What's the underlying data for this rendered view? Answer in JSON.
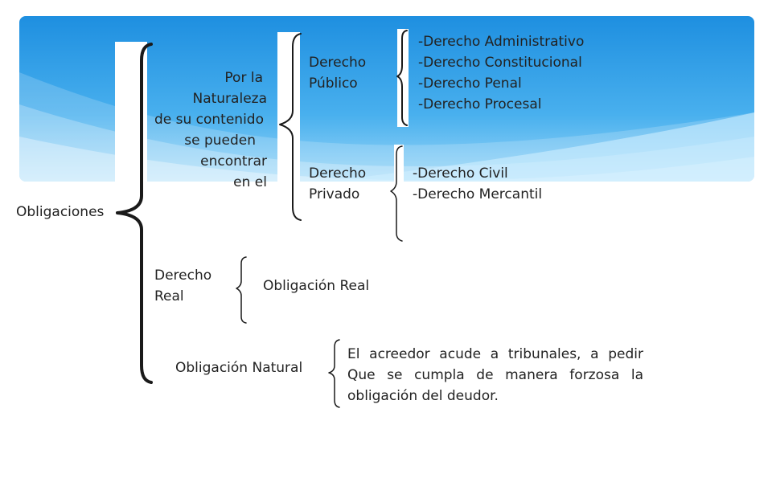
{
  "root": "Obligaciones",
  "naturaleza": [
    "Por la",
    "Naturaleza",
    "de su contenido",
    "se pueden",
    "encontrar",
    "en el"
  ],
  "publico": {
    "title": [
      "Derecho",
      "Público"
    ],
    "items": [
      "-Derecho Administrativo",
      "-Derecho Constitucional",
      "-Derecho Penal",
      "-Derecho Procesal"
    ]
  },
  "privado": {
    "title": [
      "Derecho",
      "Privado"
    ],
    "items": [
      "-Derecho Civil",
      "-Derecho Mercantil"
    ]
  },
  "real": {
    "title": [
      "Derecho",
      "Real"
    ],
    "item": "Obligación Real"
  },
  "natural": {
    "title": "Obligación Natural",
    "description": [
      "El acreedor acude a tribunales,  a pedir",
      "Que se cumpla de manera forzosa la",
      "obligación del deudor."
    ]
  },
  "colors": {
    "banner_top": "#1e8fe0",
    "banner_bottom": "#9dd8f8",
    "bracket": "#1a1a1a"
  }
}
